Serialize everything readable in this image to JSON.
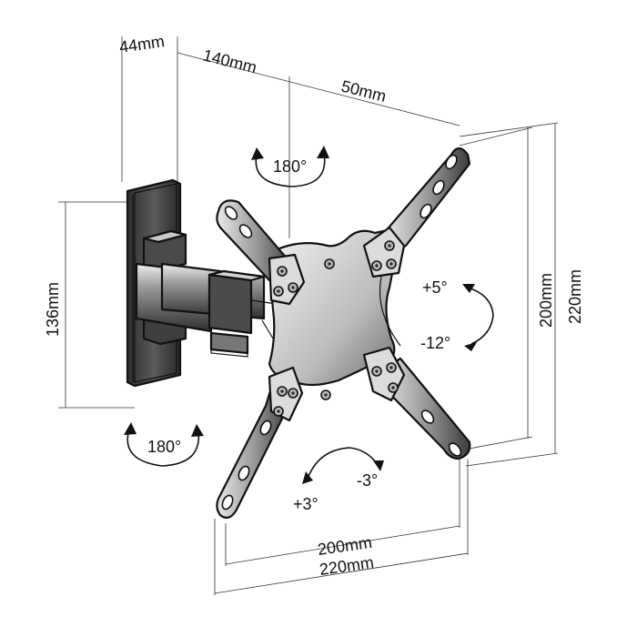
{
  "dimensions": {
    "wall_depth": "44mm",
    "arm_length": "140mm",
    "offset": "50mm",
    "wall_plate_height": "136mm",
    "vesa_vertical_inner": "200mm",
    "vesa_vertical_outer": "220mm",
    "vesa_horizontal_inner": "200mm",
    "vesa_horizontal_outer": "220mm"
  },
  "rotations": {
    "swivel_top": "180°",
    "swivel_bottom": "180°",
    "tilt_up": "+5°",
    "tilt_down": "-12°",
    "rotate_ccw": "+3°",
    "rotate_cw": "-3°"
  },
  "colors": {
    "line": "#111111",
    "metal_dark": "#3a3a3a",
    "metal_mid": "#8c8c8c",
    "metal_light": "#d9d9d9",
    "screw": "#b8b8b8",
    "background": "#ffffff"
  }
}
